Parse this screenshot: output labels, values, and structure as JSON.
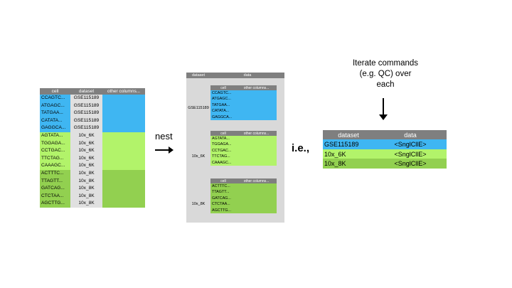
{
  "flat_table": {
    "headers": [
      "cell",
      "dataset",
      "other columns..."
    ],
    "rows": [
      {
        "cell": "CCAGTC...",
        "dataset": "GSE115189",
        "group": "blue"
      },
      {
        "cell": "ATGAGC...",
        "dataset": "GSE115189",
        "group": "blue"
      },
      {
        "cell": "TATGAA...",
        "dataset": "GSE115189",
        "group": "blue"
      },
      {
        "cell": "CATATA...",
        "dataset": "GSE115189",
        "group": "blue"
      },
      {
        "cell": "GAGGCA...",
        "dataset": "GSE115189",
        "group": "blue"
      },
      {
        "cell": "AGTATA...",
        "dataset": "10x_6K",
        "group": "lgreen"
      },
      {
        "cell": "TGGAGA...",
        "dataset": "10x_6K",
        "group": "lgreen"
      },
      {
        "cell": "CCTGAC...",
        "dataset": "10x_6K",
        "group": "lgreen"
      },
      {
        "cell": "TTCTAG...",
        "dataset": "10x_6K",
        "group": "lgreen"
      },
      {
        "cell": "CAAAGC...",
        "dataset": "10x_6K",
        "group": "lgreen"
      },
      {
        "cell": "ACTTTC...",
        "dataset": "10x_8K",
        "group": "dgreen"
      },
      {
        "cell": "TTAGTT...",
        "dataset": "10x_8K",
        "group": "dgreen"
      },
      {
        "cell": "GATCAG...",
        "dataset": "10x_8K",
        "group": "dgreen"
      },
      {
        "cell": "CTCTAA...",
        "dataset": "10x_8K",
        "group": "dgreen"
      },
      {
        "cell": "AGCTTG...",
        "dataset": "10x_8K",
        "group": "dgreen"
      }
    ]
  },
  "nest_label": "nest",
  "nested_table": {
    "headers": [
      "dataset",
      "data"
    ],
    "inner_headers": [
      "cell",
      "other columns..."
    ],
    "groups": [
      {
        "dataset": "GSE115189",
        "color": "blue",
        "cells": [
          "CCAGTC...",
          "ATGAGC...",
          "TATGAA...",
          "CATATA...",
          "GAGGCA..."
        ]
      },
      {
        "dataset": "10x_6K",
        "color": "lgreen",
        "cells": [
          "AGTATA...",
          "TGGAGA...",
          "CCTGAC...",
          "TTCTAG...",
          "CAAAGC..."
        ]
      },
      {
        "dataset": "10x_8K",
        "color": "dgreen",
        "cells": [
          "ACTTTC...",
          "TTAGTT...",
          "GATCAG...",
          "CTCTAA...",
          "AGCTTG..."
        ]
      }
    ]
  },
  "ie_label": "i.e.,",
  "iterate_text": "Iterate commands (e.g. QC) over each",
  "summary_table": {
    "headers": [
      "dataset",
      "data"
    ],
    "rows": [
      {
        "dataset": "GSE115189",
        "data": "<SnglCllE>",
        "color": "blue"
      },
      {
        "dataset": "10x_6K",
        "data": "<SnglCllE>",
        "color": "lgreen"
      },
      {
        "dataset": "10x_8K",
        "data": "<SnglCllE>",
        "color": "dgreen"
      }
    ]
  },
  "colors": {
    "blue": "#3fb6f2",
    "lgreen": "#b2f36a",
    "dgreen": "#92d050",
    "header": "#7f7f7f",
    "panel": "#d9d9d9"
  }
}
